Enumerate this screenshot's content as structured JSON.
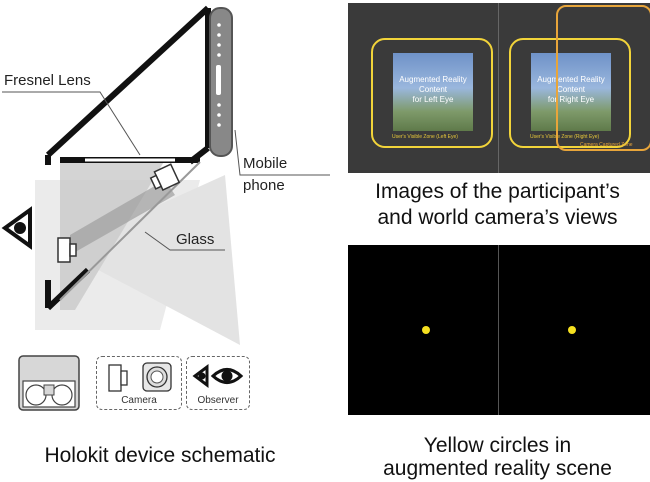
{
  "schematic": {
    "labels": {
      "fresnel_lens": "Fresnel Lens",
      "mobile_phone_line1": "Mobile",
      "mobile_phone_line2": "phone",
      "glass": "Glass"
    },
    "legend": {
      "camera_label": "Camera",
      "observer_label": "Observer"
    },
    "caption": "Holokit device schematic"
  },
  "views_panel": {
    "left": {
      "content_line1": "Augmented Reality",
      "content_line2": "Content",
      "content_line3": "for Left Eye",
      "zone_label": "User's Visible Zone (Left Eye)"
    },
    "right": {
      "content_line1": "Augmented Reality",
      "content_line2": "Content",
      "content_line3": "for Right Eye",
      "zone_label": "User's Visible Zone (Right Eye)",
      "camera_zone_label": "Camera Captured Zone"
    },
    "caption_line1": "Images of the participant’s",
    "caption_line2": "and world camera’s views"
  },
  "circles_panel": {
    "caption_line1": "Yellow circles in",
    "caption_line2": "augmented reality scene"
  },
  "colors": {
    "panel_dark": "#3a3a3a",
    "panel_black": "#000000",
    "zone_yellow": "#f2d43a",
    "camera_zone_orange": "#e8a53a",
    "dot_yellow": "#f5e020"
  }
}
